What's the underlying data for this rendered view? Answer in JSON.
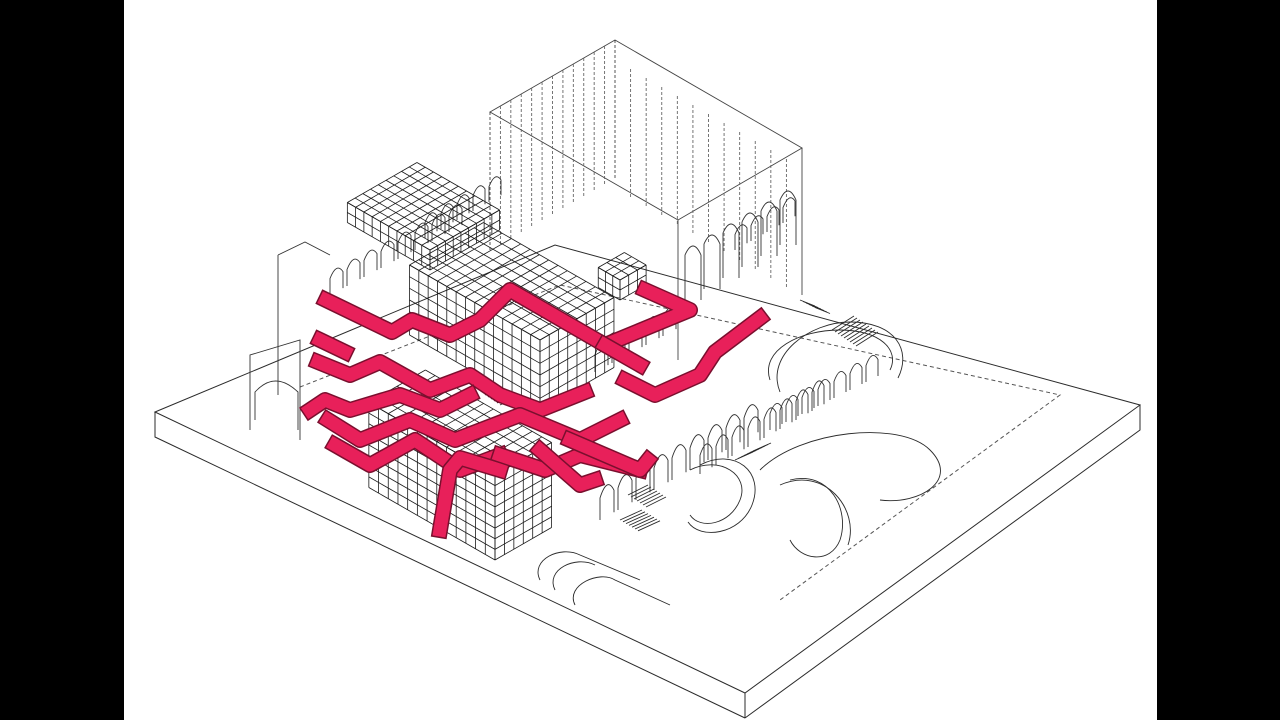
{
  "colors": {
    "letterbox": "#000000",
    "paper": "#ffffff",
    "linework": "#2b2b2b",
    "hidden_line": "#555555",
    "circulation_accent": "#e8205a"
  },
  "layers": [
    {
      "name": "site-plinth"
    },
    {
      "name": "main-hall-volume"
    },
    {
      "name": "arcades"
    },
    {
      "name": "glazed-grid-volumes"
    },
    {
      "name": "stairs-and-ramps"
    },
    {
      "name": "circulation-route"
    }
  ]
}
